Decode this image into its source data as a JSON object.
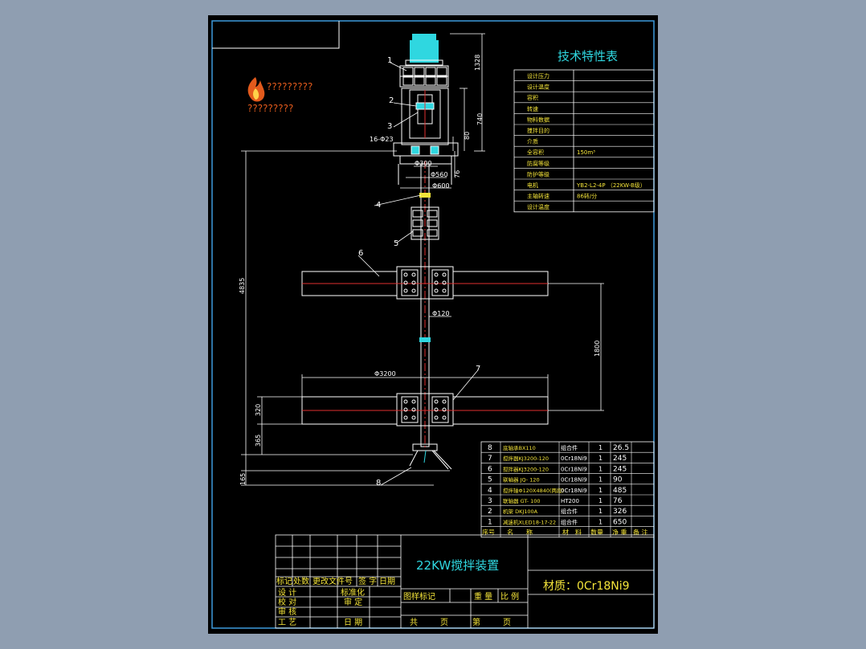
{
  "colors": {
    "background": "#8f9eb1",
    "sheet": "#000000",
    "frame": "#3d9bdc",
    "line": "#ffffff",
    "cyan": "#2fd7e0",
    "text_white": "#ffffff",
    "text_yellow": "#f4e43a",
    "center_line": "#e03030",
    "icon_flame": "#e25a1c"
  },
  "logo": {
    "line1": "?????????",
    "line2": "?????????"
  },
  "parts": {
    "p1": "1",
    "p2": "2",
    "p3": "3",
    "p4": "4",
    "p5": "5",
    "p6": "6",
    "p7": "7",
    "p8": "8"
  },
  "dims": {
    "top_height": "1328",
    "gearbox_height": "740",
    "small_80": "80",
    "small_76": "76",
    "bolts": "16-Φ23",
    "d300": "Φ300",
    "d560": "Φ560",
    "d600": "Φ600",
    "total_height": "4835",
    "shaft_dia": "Φ120",
    "blade_spacing": "1800",
    "blade_span": "Φ3200",
    "blade_height": "320",
    "bottom_365": "365",
    "bottom_165": "165"
  },
  "tech_table": {
    "title": "技术特性表",
    "rows": [
      {
        "label": "设计压力",
        "value": ""
      },
      {
        "label": "设计温度",
        "value": ""
      },
      {
        "label": "容积",
        "value": ""
      },
      {
        "label": "转速",
        "value": ""
      },
      {
        "label": "物料数据",
        "value": ""
      },
      {
        "label": "搅拌目的",
        "value": ""
      },
      {
        "label": "介质",
        "value": ""
      },
      {
        "label": "全容积",
        "value": "150m³"
      },
      {
        "label": "防腐等级",
        "value": ""
      },
      {
        "label": "防护等级",
        "value": ""
      },
      {
        "label": "电机",
        "value": "YB2-L2-4P （22KW-B级）"
      },
      {
        "label": "主轴转速",
        "value": "86转/分"
      },
      {
        "label": "设计温度",
        "value": ""
      }
    ]
  },
  "parts_list": {
    "rows": [
      {
        "no": "8",
        "name": "底轴承BX110",
        "material": "组合件",
        "qty": "1",
        "weight": "26.5"
      },
      {
        "no": "7",
        "name": "搅拌器KJ3200-120",
        "material": "0Cr18Ni9",
        "qty": "1",
        "weight": "245"
      },
      {
        "no": "6",
        "name": "搅拌器KJ3200-120",
        "material": "0Cr18Ni9",
        "qty": "1",
        "weight": "245"
      },
      {
        "no": "5",
        "name": "联轴器 JQ- 120",
        "material": "0Cr18Ni9",
        "qty": "1",
        "weight": "90"
      },
      {
        "no": "4",
        "name": "搅拌轴Φ120X4840(两段)",
        "material": "0Cr18Ni9",
        "qty": "1",
        "weight": "485"
      },
      {
        "no": "3",
        "name": "联轴器 GT- 100",
        "material": "HT200",
        "qty": "1",
        "weight": "76"
      },
      {
        "no": "2",
        "name": "机架 DKJ100A",
        "material": "组合件",
        "qty": "1",
        "weight": "326"
      },
      {
        "no": "1",
        "name": "减速机XLED18-17-22",
        "material": "组合件",
        "qty": "1",
        "weight": "650"
      }
    ],
    "header": {
      "no": "序号",
      "name": "名　　称",
      "material": "材　料",
      "qty": "数量",
      "weight": "净 重",
      "note": "备 注"
    }
  },
  "title_block": {
    "title": "22KW搅拌装置",
    "material": "材质：0Cr18Ni9",
    "marks": "标记",
    "place": "处数",
    "change_doc": "更改文件号",
    "signature": "签 字",
    "date": "日期",
    "design": "设 计",
    "check": "校 对",
    "review": "审 核",
    "process": "工 艺",
    "standardize": "标准化",
    "approve": "审 定",
    "date2": "日 期",
    "sample_mark": "图样标记",
    "weight": "重 量",
    "scale": "比 例",
    "total": "共",
    "page": "页",
    "sheet": "第",
    "page2": "页"
  }
}
